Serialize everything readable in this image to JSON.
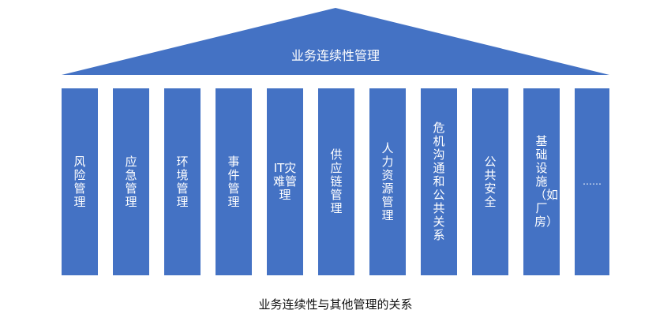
{
  "diagram": {
    "roof_label": "业务连续性管理",
    "pillars": [
      "风险管理",
      "应急管理",
      "环境管理",
      "事件管理",
      "IT灾难管理",
      "供应链管理",
      "人力资源管理",
      "危机沟通和公共关系",
      "公共安全",
      "基础设施（如厂房）",
      "……"
    ],
    "caption": "业务连续性与其他管理的关系",
    "colors": {
      "fill": "#4472c4",
      "text_on_fill": "#ffffff",
      "caption_text": "#111111"
    }
  }
}
